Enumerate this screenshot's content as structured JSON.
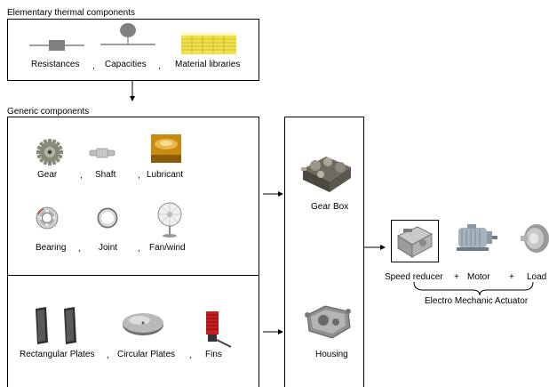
{
  "elementary": {
    "title": "Elementary thermal components",
    "items": [
      "Resistances",
      "Capacities",
      "Material libraries"
    ]
  },
  "generic": {
    "title": "Generic components",
    "row1": [
      "Gear",
      "Shaft",
      "Lubricant"
    ],
    "row2": [
      "Bearing",
      "Joint",
      "Fan/wind"
    ],
    "row3": [
      "Rectangular Plates",
      "Circular Plates",
      "Fins"
    ]
  },
  "assemblies": {
    "gearbox": "Gear Box",
    "housing": "Housing"
  },
  "actuator": {
    "items": [
      "Speed reducer",
      "Motor",
      "Load"
    ],
    "title": "Electro Mechanic Actuator"
  },
  "separators": {
    "comma": ",",
    "plus": "+"
  },
  "colors": {
    "line": "#000000",
    "node_fill": "#808080",
    "library_fill": "#f2e24a",
    "gear_color": "#8a8a7a",
    "lubricant_color": "#c98a12",
    "fin_color": "#c81e1e"
  },
  "icons": [
    "resistance-icon",
    "capacity-icon",
    "material-library-icon",
    "gear-icon",
    "shaft-icon",
    "lubricant-icon",
    "bearing-icon",
    "joint-icon",
    "fan-icon",
    "rectangular-plates-icon",
    "circular-plate-icon",
    "fins-icon",
    "gearbox-icon",
    "housing-icon",
    "speed-reducer-icon",
    "motor-icon",
    "load-icon"
  ]
}
